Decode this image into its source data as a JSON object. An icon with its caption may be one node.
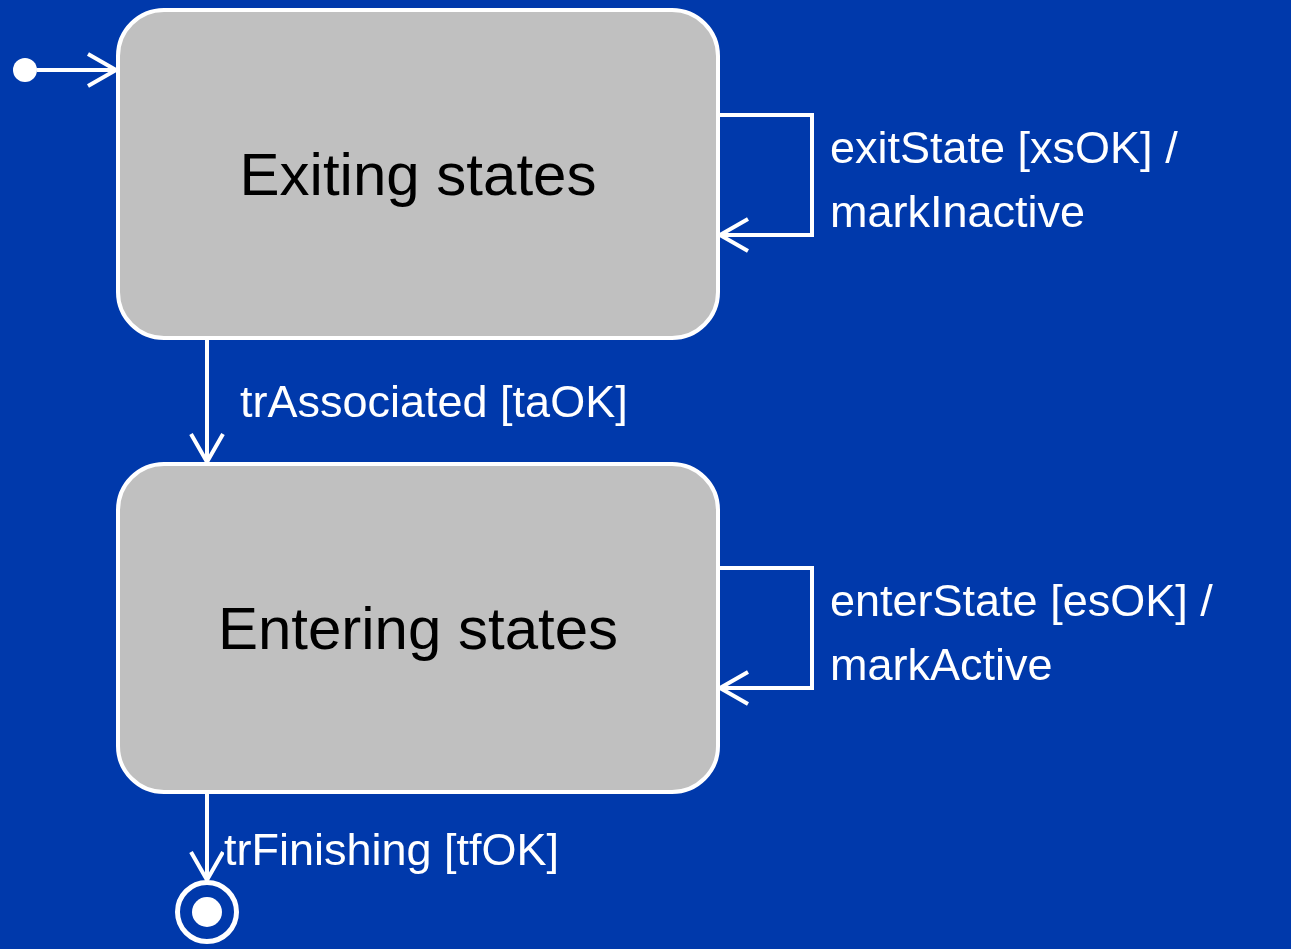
{
  "diagram": {
    "nodes": [
      {
        "text": [],
        "shape": "circle"
      },
      {
        "text": [
          "Exiting states"
        ]
      },
      {
        "text": [
          "Entering states"
        ]
      },
      {
        "text": [],
        "shape": "circle"
      }
    ],
    "edges": [
      {
        "from": 0,
        "to": 1,
        "arrow": "to"
      },
      {
        "from": 1,
        "to": 1,
        "arrow": "to",
        "label": "exitState [xsOK] / markInactive"
      },
      {
        "from": 1,
        "to": 2,
        "arrow": "to",
        "label": "trAssociated [taOK]"
      },
      {
        "from": 2,
        "to": 2,
        "arrow": "to",
        "label": "enterState [esOK] / markActive"
      },
      {
        "from": 2,
        "to": 3,
        "arrow": "to",
        "label": "trFinishing [tfOK]"
      }
    ]
  }
}
